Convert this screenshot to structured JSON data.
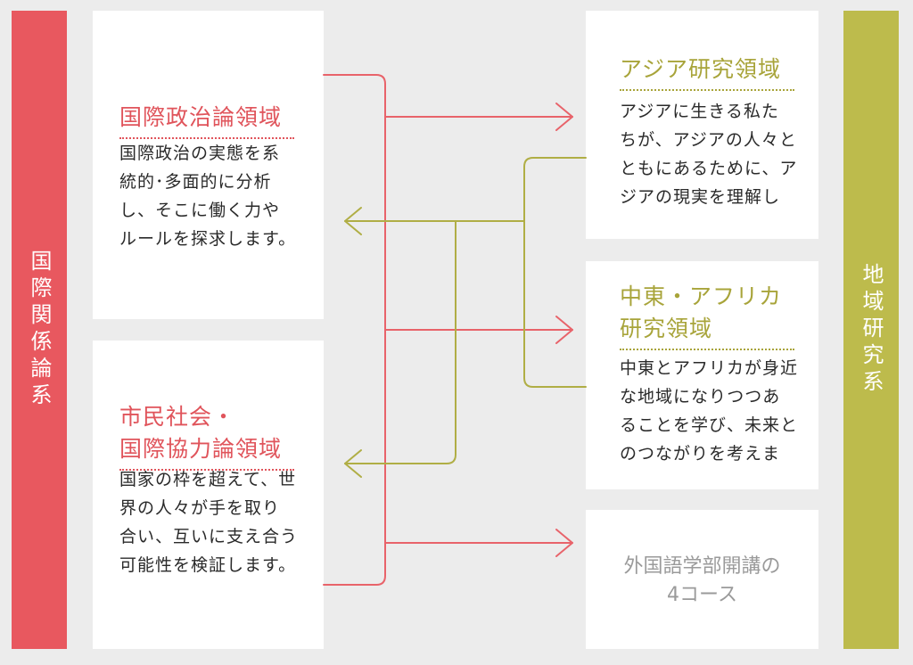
{
  "left_group": {
    "label": "国際関係論系",
    "color": "#e8585f"
  },
  "right_group": {
    "label": "地域研究系",
    "color": "#bdbb4c"
  },
  "boxes": {
    "politics": {
      "title": "国際政治論領域",
      "desc": "国際政治の実態を系\n統的･多面的に分析\nし、そこに働く力や\nルールを探求します。"
    },
    "civil": {
      "title": "市民社会・\n国際協力論領域",
      "desc": "国家の枠を超えて、世\n界の人々が手を取り\n合い、互いに支え合う\n可能性を検証します。"
    },
    "asia": {
      "title": "アジア研究領域",
      "desc": "アジアに生きる私た\nちが、アジアの人々と\nともにあるために、ア\nジアの現実を理解し"
    },
    "mideast": {
      "title": "中東・アフリカ\n研究領域",
      "desc": "中東とアフリカが身近\nな地域になりつつあ\nることを学び、未来と\nのつながりを考えま"
    },
    "lang": {
      "text": "外国語学部開講の\n4コース"
    }
  },
  "colors": {
    "red_line": "#e8636a",
    "olive_line": "#b0ae45"
  }
}
